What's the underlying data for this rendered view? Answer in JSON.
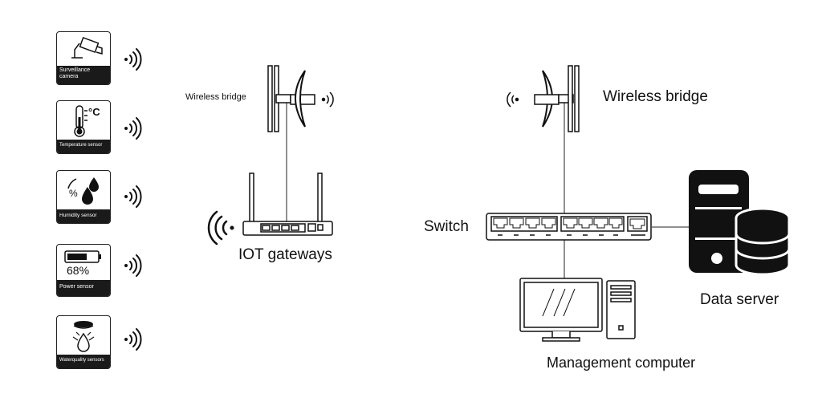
{
  "sensors": [
    {
      "name": "Surveillance camera",
      "icon": "camera-icon"
    },
    {
      "name": "Temperature sensor",
      "icon": "thermometer-icon"
    },
    {
      "name": "Humidity sensor",
      "icon": "humidity-icon"
    },
    {
      "name": "Power sensor",
      "icon": "battery-icon",
      "value": "68%"
    },
    {
      "name": "Waterquality sensors",
      "icon": "water-quality-icon"
    }
  ],
  "labels": {
    "humidity_symbol": "%",
    "temperature_unit": "°C",
    "left_bridge": "Wireless bridge",
    "right_bridge": "Wireless bridge",
    "gateway": "IOT gateways",
    "switch": "Switch",
    "server": "Data server",
    "computer": "Management computer"
  }
}
